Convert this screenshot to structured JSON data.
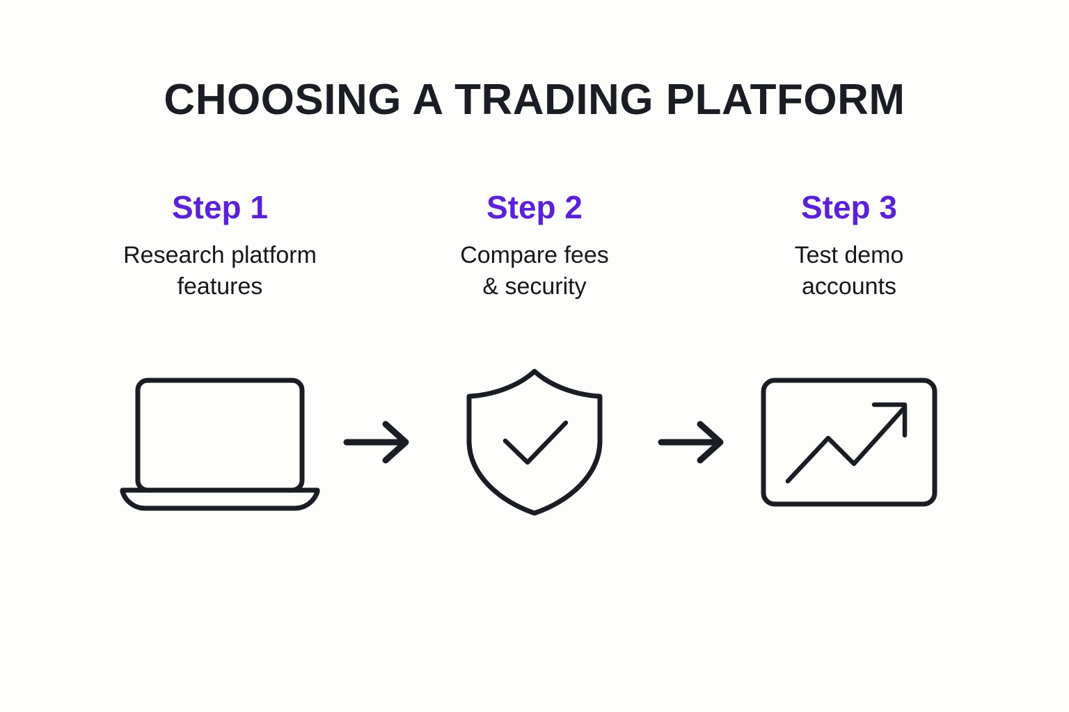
{
  "page": {
    "background_color": "#fdfdfb",
    "title": "CHOOSING A TRADING PLATFORM",
    "title_color": "#1a1d23",
    "accent_color": "#5b21d6",
    "body_text_color": "#15171c",
    "icon_stroke_color": "#1a1d23"
  },
  "steps": [
    {
      "heading": "Step 1",
      "description": "Research platform features",
      "description_lines": [
        "Research platform",
        "features"
      ],
      "icon": "laptop-icon"
    },
    {
      "heading": "Step 2",
      "description": "Compare fees & security",
      "description_lines": [
        "Compare fees",
        "& security"
      ],
      "icon": "shield-check-icon"
    },
    {
      "heading": "Step 3",
      "description": "Test demo accounts",
      "description_lines": [
        "Test demo",
        "accounts"
      ],
      "icon": "trending-up-chart-icon"
    }
  ],
  "connectors": [
    {
      "icon": "arrow-right-icon"
    },
    {
      "icon": "arrow-right-icon"
    }
  ]
}
